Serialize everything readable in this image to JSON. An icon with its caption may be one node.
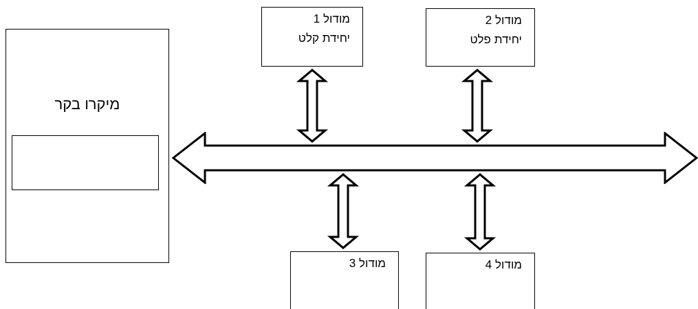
{
  "diagram": {
    "nodes": [
      {
        "text": [
          "מיקרו בקר"
        ]
      },
      {
        "text": [],
        "shape": "box",
        "in": 0
      },
      {
        "text": [
          "מודול 1",
          "יחידת קלט"
        ]
      },
      {
        "text": [
          "מודול 2",
          "יחידת פלט"
        ]
      },
      {
        "text": [],
        "shape": "arrow"
      },
      {
        "text": [
          "מודול 3"
        ]
      },
      {
        "text": [
          "מודול 4"
        ]
      }
    ],
    "edges": [
      {
        "from": 2,
        "to": 4,
        "arrow": "both"
      },
      {
        "from": 3,
        "to": 4,
        "arrow": "both"
      },
      {
        "from": 4,
        "to": 5,
        "arrow": "both"
      },
      {
        "from": 4,
        "to": 6,
        "arrow": "both"
      }
    ]
  }
}
